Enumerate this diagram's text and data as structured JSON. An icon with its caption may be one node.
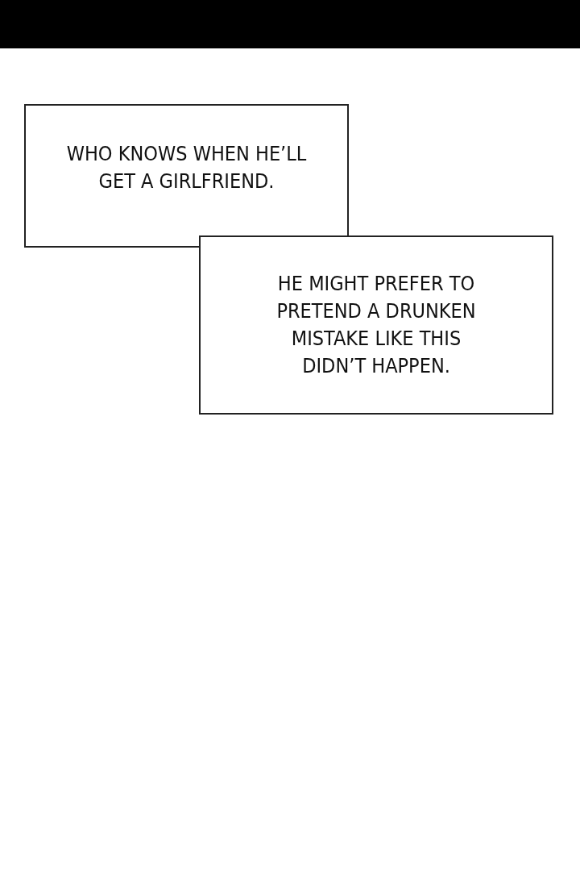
{
  "diagram": {
    "nodes": [
      {
        "text": [],
        "shape": "bar"
      },
      {
        "text": [
          "WHO KNOWS WHEN HE’LL GET A GIRLFRIEND."
        ]
      },
      {
        "text": [
          "HE MIGHT PREFER TO PRETEND A DRUNKEN MISTAKE LIKE THIS DIDN’T HAPPEN."
        ]
      }
    ]
  }
}
